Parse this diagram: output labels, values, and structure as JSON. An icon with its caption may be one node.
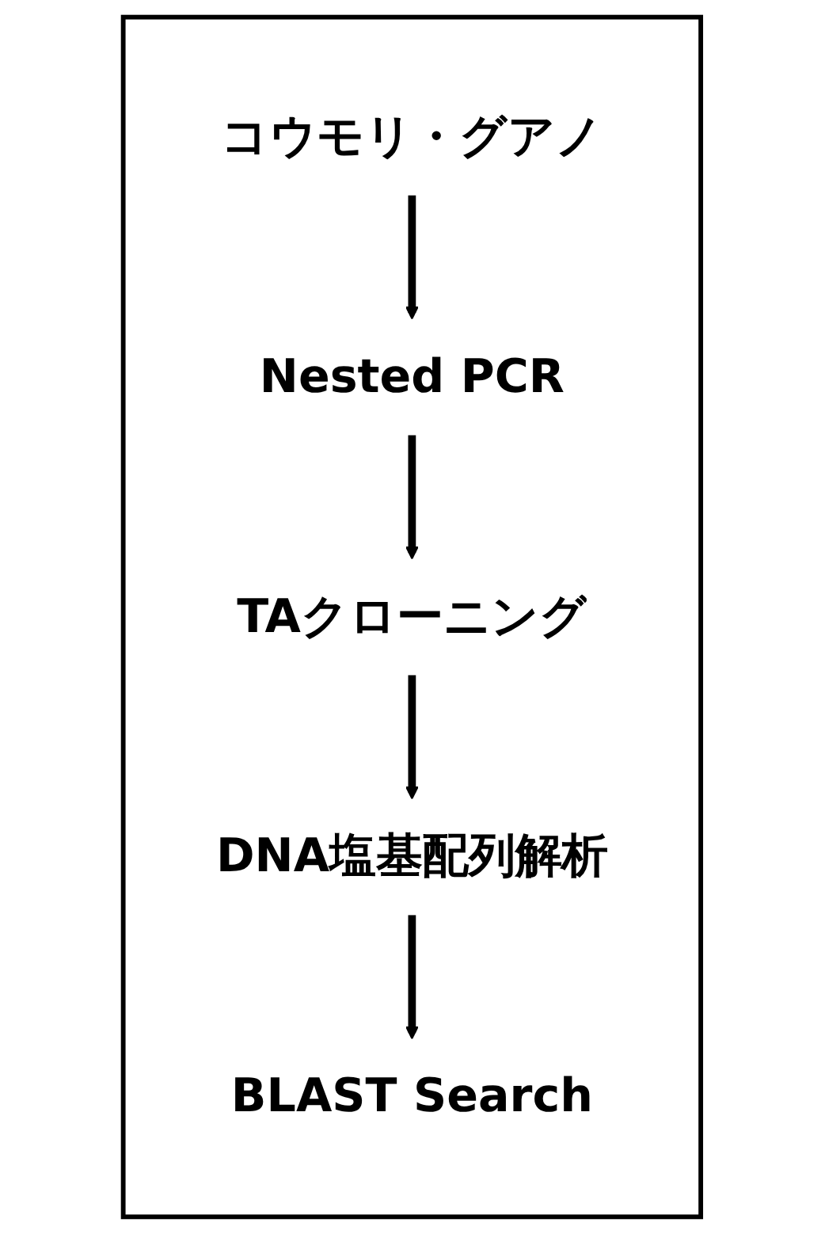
{
  "diagram": {
    "nodes": [
      {
        "text": [],
        "shape": "box"
      },
      {
        "text": [
          "コウモリ・グアノ"
        ],
        "in": 0
      },
      {
        "text": [
          "Nested PCR"
        ],
        "in": 0
      },
      {
        "text": [
          "TAクローニング"
        ],
        "in": 0
      },
      {
        "text": [
          "DNA塩基配列解析"
        ],
        "in": 0
      },
      {
        "text": [
          "BLAST Search"
        ],
        "in": 0
      }
    ],
    "edges": [
      {
        "from": 1,
        "to": 2,
        "arrow": "to"
      },
      {
        "from": 2,
        "to": 3,
        "arrow": "to"
      },
      {
        "from": 3,
        "to": 4,
        "arrow": "to"
      },
      {
        "from": 4,
        "to": 5,
        "arrow": "to"
      }
    ]
  }
}
